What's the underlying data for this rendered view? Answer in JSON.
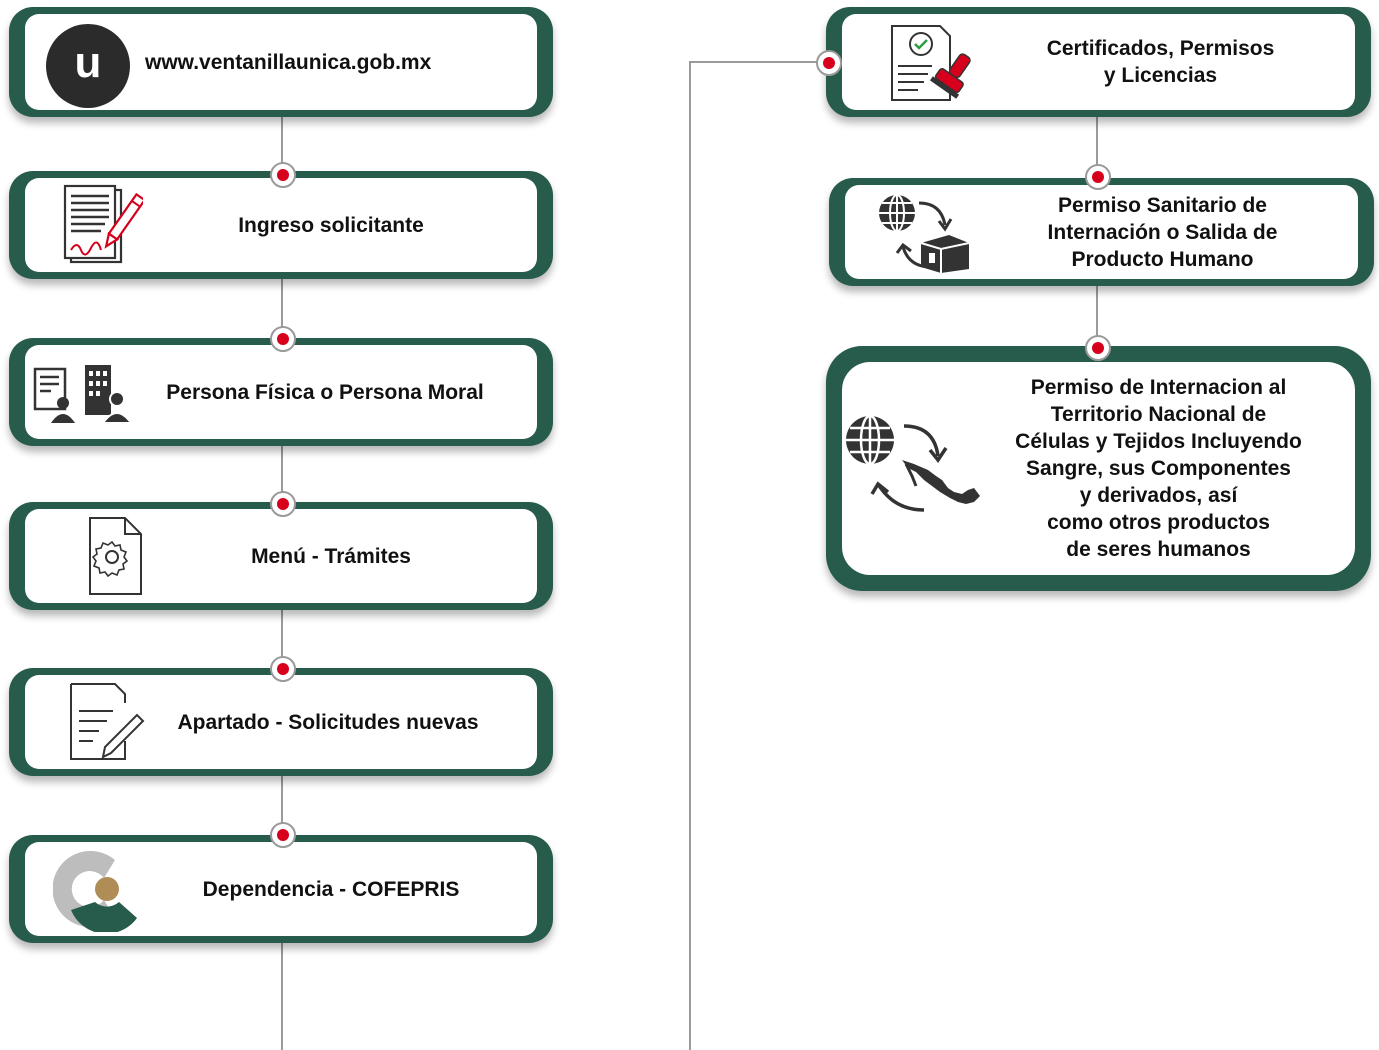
{
  "left_flow": [
    {
      "id": "website",
      "label": "www.ventanillaunica.gob.mx",
      "icon": "ventanilla-logo-icon",
      "logo_letter": "u"
    },
    {
      "id": "ingreso",
      "label": "Ingreso solicitante",
      "icon": "signed-document-icon"
    },
    {
      "id": "persona",
      "label": "Persona Física o Persona Moral",
      "icon": "person-and-company-icon"
    },
    {
      "id": "menu",
      "label": "Menú - Trámites",
      "icon": "document-settings-icon"
    },
    {
      "id": "apartado",
      "label": "Apartado - Solicitudes nuevas",
      "icon": "document-edit-icon"
    },
    {
      "id": "dependencia",
      "label": "Dependencia - COFEPRIS",
      "icon": "cofepris-logo-icon"
    }
  ],
  "right_flow": [
    {
      "id": "certificados",
      "lines": [
        "Certificados, Permisos",
        "y Licencias"
      ],
      "icon": "certificate-stamp-icon"
    },
    {
      "id": "permiso-sanitario",
      "lines": [
        "Permiso Sanitario de",
        "Internación o Salida de",
        "Producto Humano"
      ],
      "icon": "globe-package-exchange-icon"
    },
    {
      "id": "permiso-internacion",
      "lines": [
        "Permiso de Internacion al",
        "Territorio Nacional de",
        "Células y Tejidos Incluyendo",
        "Sangre, sus Componentes",
        "y derivados, así",
        "como otros productos",
        "de seres humanos"
      ],
      "icon": "globe-mexico-exchange-icon"
    }
  ],
  "colors": {
    "card_border": "#275b4c",
    "connector": "#9a9a9a",
    "node_dot": "#d6001c",
    "logo_dark": "#2b2b2b",
    "cofepris_gray": "#bdbdbd",
    "cofepris_gold": "#b08d57",
    "stamp_red": "#d6001c"
  }
}
